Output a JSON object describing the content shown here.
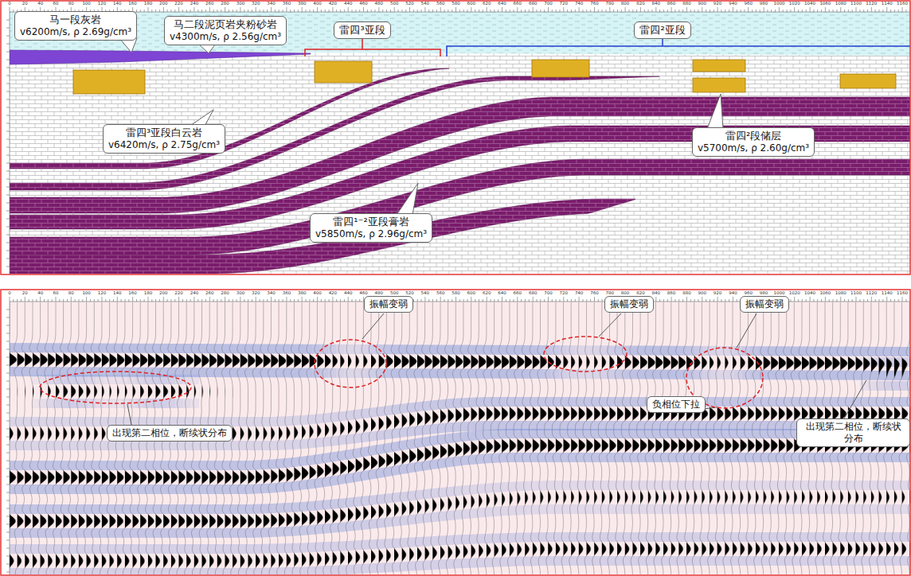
{
  "diagram": {
    "nodes": [
      {
        "text": [
          "马一段灰岩",
          "v6200m/s, ρ 2.69g/cm³"
        ]
      },
      {
        "text": [
          "马二段泥页岩夹粉砂岩",
          "v4300m/s, ρ 2.56g/cm³"
        ]
      },
      {
        "text": [
          "雷四³亚段"
        ]
      },
      {
        "text": [
          "雷四²亚段"
        ]
      },
      {
        "text": [
          "雷四³亚段白云岩",
          "v6420m/s, ρ 2.75g/cm³"
        ]
      },
      {
        "text": [
          "雷四²段储层",
          "v5700m/s, ρ 2.60g/cm³"
        ]
      },
      {
        "text": [
          "雷四¹⁻²亚段膏岩",
          "v5850m/s, ρ 2.96g/cm³"
        ]
      },
      {
        "text": [
          "振幅变弱"
        ]
      },
      {
        "text": [
          "振幅变弱"
        ]
      },
      {
        "text": [
          "振幅变弱"
        ]
      },
      {
        "text": [
          "出现第二相位，断续状分布"
        ]
      },
      {
        "text": [
          "负相位下拉"
        ]
      },
      {
        "text": [
          "出现第二相位，断续状分布"
        ]
      }
    ],
    "labels": [
      "0",
      "20",
      "40",
      "60",
      "80",
      "100",
      "120",
      "140",
      "160",
      "180",
      "200",
      "220",
      "240",
      "260",
      "280",
      "300",
      "320",
      "340",
      "360",
      "380",
      "400",
      "420",
      "440",
      "460",
      "480",
      "500",
      "520",
      "540",
      "560",
      "580",
      "600",
      "620",
      "640",
      "660",
      "680",
      "700",
      "720",
      "740",
      "760",
      "780",
      "800",
      "820",
      "840",
      "860",
      "880",
      "900",
      "920",
      "940",
      "960",
      "980",
      "1000",
      "1020",
      "1040",
      "1060",
      "1080",
      "1100",
      "1120",
      "1140",
      "1160",
      "0",
      "20",
      "40",
      "60",
      "80",
      "100",
      "120",
      "140",
      "160",
      "180",
      "200",
      "220",
      "240",
      "260",
      "280",
      "300",
      "320",
      "340",
      "360",
      "380",
      "400",
      "420",
      "440",
      "460",
      "480",
      "500",
      "520",
      "540",
      "560",
      "580",
      "600",
      "620",
      "640",
      "660",
      "680",
      "700",
      "720",
      "740",
      "760",
      "780",
      "800",
      "820",
      "840",
      "860",
      "880",
      "900",
      "920",
      "940",
      "960",
      "980",
      "1000",
      "1020",
      "1040",
      "1060",
      "1080",
      "1100",
      "1120",
      "1140",
      "1160"
    ]
  }
}
